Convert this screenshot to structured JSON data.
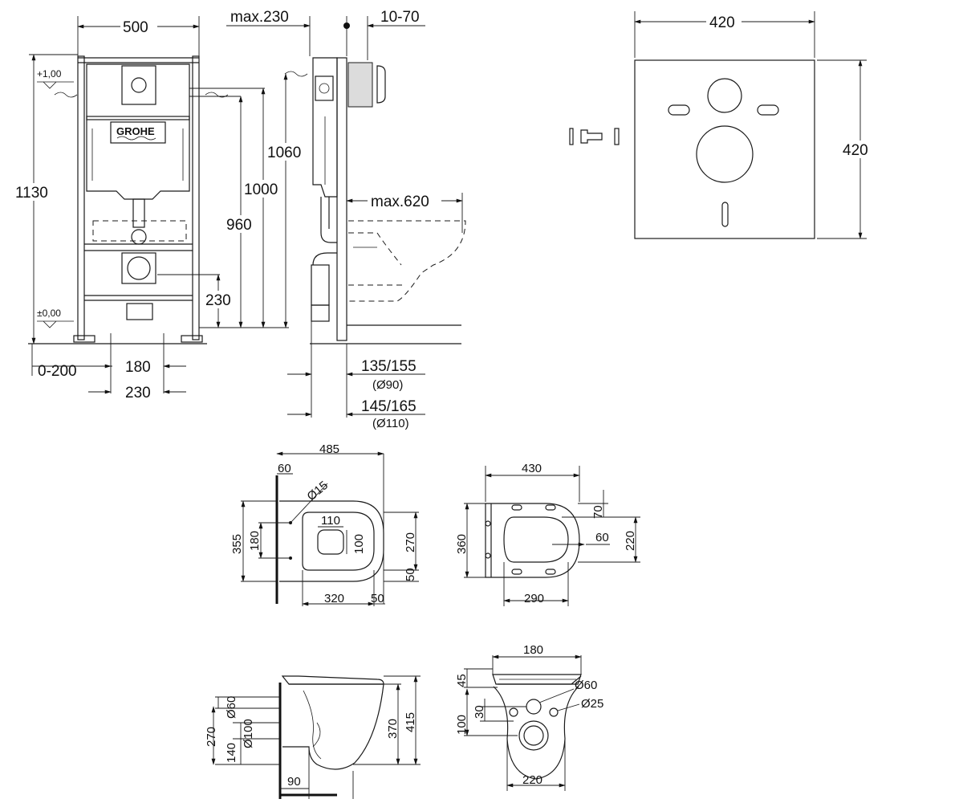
{
  "installation_frame": {
    "brand_logo": "GROHE",
    "front_view": {
      "width": "500",
      "height_total": "1130",
      "level_top": "+1,00",
      "level_bottom": "±0,00",
      "h_1060": "1060",
      "h_1000": "1000",
      "h_960": "960",
      "h_230": "230",
      "foot_adjust": "0-200",
      "inner_180": "180",
      "inner_230": "230"
    },
    "side_view": {
      "max_depth": "max.230",
      "button_depth": "10-70",
      "max_projection": "max.620",
      "pipe_90": "135/155",
      "pipe_90_dia": "(Ø90)",
      "pipe_110": "145/165",
      "pipe_110_dia": "(Ø110)"
    }
  },
  "sound_insulation": {
    "width": "420",
    "height": "420"
  },
  "toilet_top_view": {
    "length": "485",
    "d60": "60",
    "dia15": "Ø15",
    "outer_355": "355",
    "inner_180": "180",
    "d110": "110",
    "d100": "100",
    "d270": "270",
    "d50_right": "50",
    "d320": "320",
    "d50_bottom": "50"
  },
  "seat_top_view": {
    "width": "430",
    "d70": "70",
    "d60": "60",
    "d220": "220",
    "d360": "360",
    "d290": "290"
  },
  "toilet_side_view": {
    "dia60": "Ø60",
    "d270": "270",
    "d140": "140",
    "dia100": "Ø100",
    "d370": "370",
    "d415": "415",
    "d90": "90"
  },
  "toilet_back_view": {
    "d180": "180",
    "d45": "45",
    "d30": "30",
    "d100": "100",
    "dia60": "Ø60",
    "dia25": "Ø25",
    "d220": "220"
  }
}
